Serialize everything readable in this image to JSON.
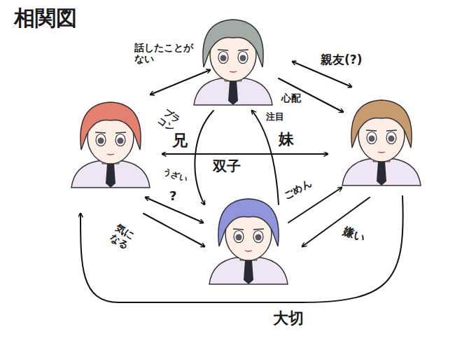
{
  "diagram": {
    "title": "相関図",
    "labels": [
      "話したことがない",
      "ブラコン",
      "親友(?)",
      "心配",
      "注目",
      "兄",
      "妹",
      "双子",
      "うざい",
      "?",
      "ごめん",
      "気になる",
      "嫌い",
      "大切"
    ]
  }
}
